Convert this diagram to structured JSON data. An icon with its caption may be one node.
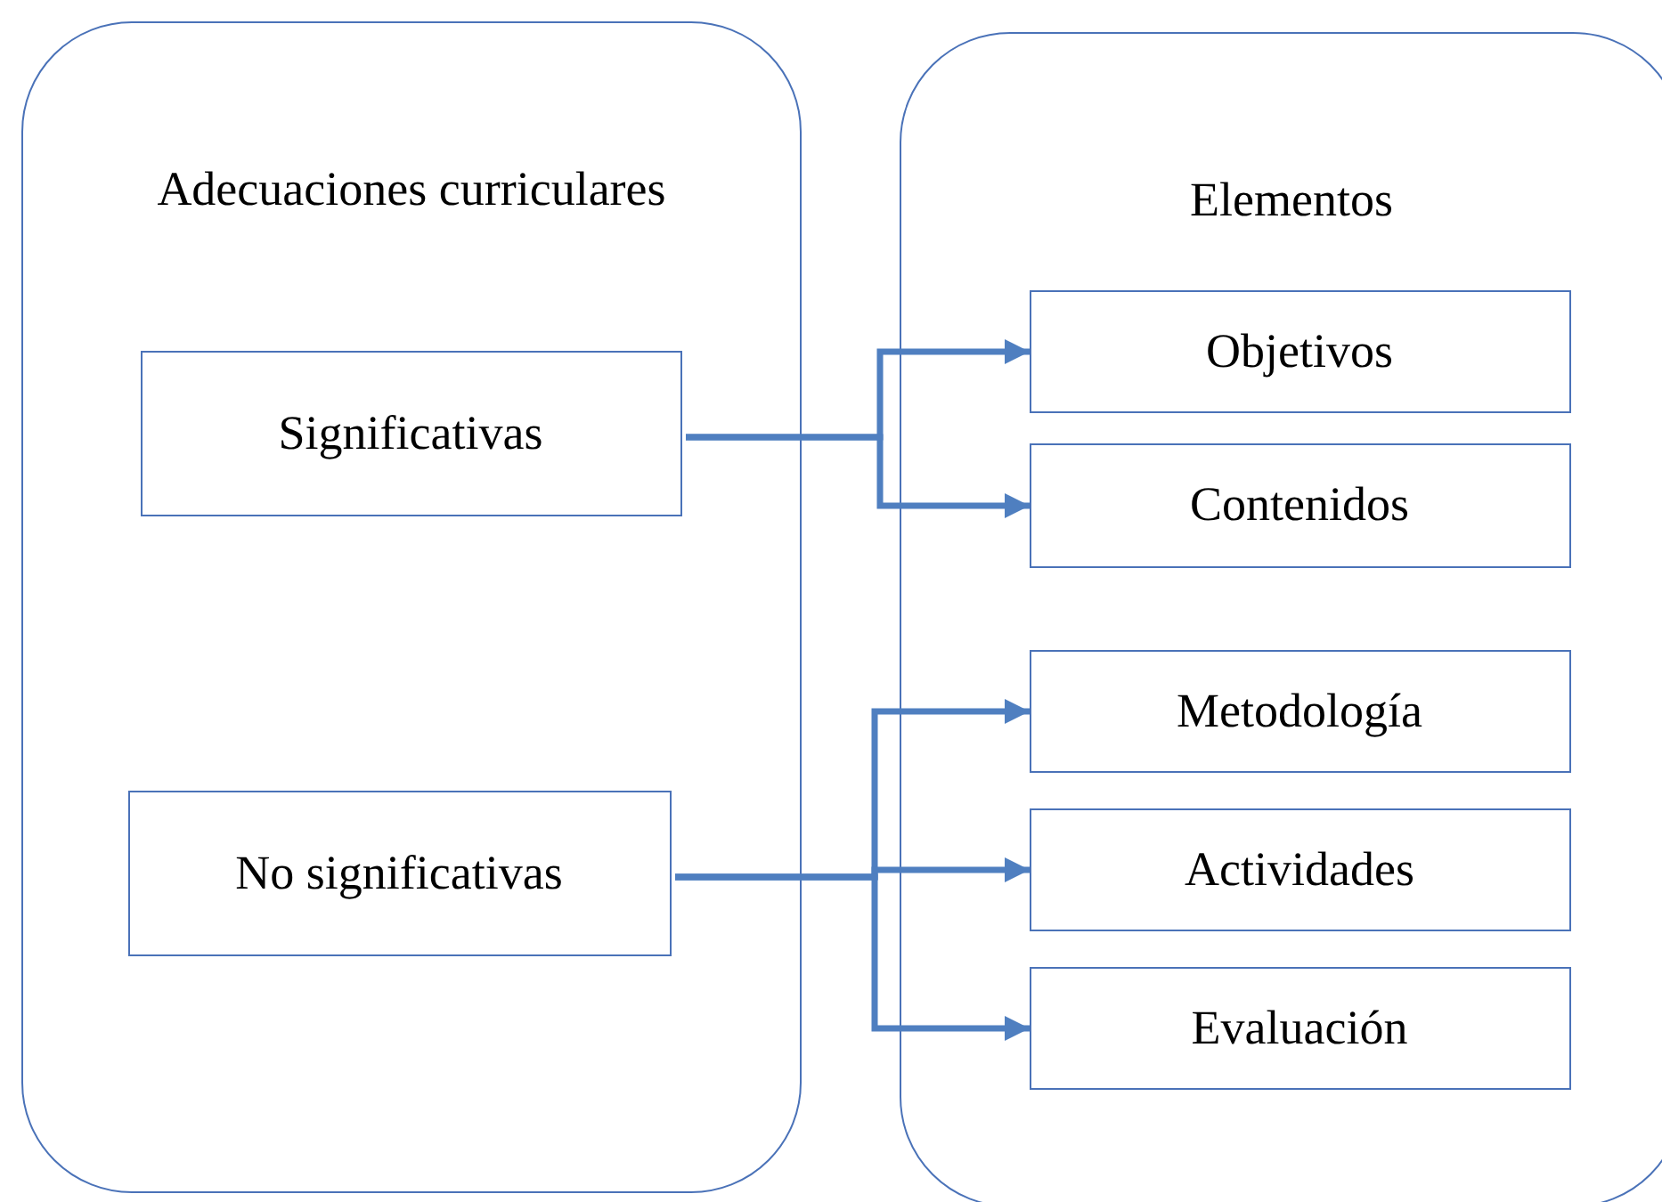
{
  "diagram": {
    "nodes": [
      {
        "text": [
          "Adecuaciones curriculares"
        ]
      },
      {
        "text": [
          "Elementos"
        ]
      },
      {
        "text": [
          "Significativas"
        ],
        "in": 0
      },
      {
        "text": [
          "No significativas"
        ],
        "in": 0
      },
      {
        "text": [
          "Objetivos"
        ],
        "in": 1
      },
      {
        "text": [
          "Contenidos"
        ],
        "in": 1
      },
      {
        "text": [
          "Metodología"
        ],
        "in": 1
      },
      {
        "text": [
          "Actividades"
        ],
        "in": 1
      },
      {
        "text": [
          "Evaluación"
        ],
        "in": 1
      }
    ],
    "edges": [
      {
        "from": 2,
        "to": 4,
        "arrow": "to"
      },
      {
        "from": 2,
        "to": 5,
        "arrow": "to"
      },
      {
        "from": 3,
        "to": 6,
        "arrow": "to"
      },
      {
        "from": 3,
        "to": 7,
        "arrow": "to"
      },
      {
        "from": 3,
        "to": 8,
        "arrow": "to"
      }
    ]
  }
}
